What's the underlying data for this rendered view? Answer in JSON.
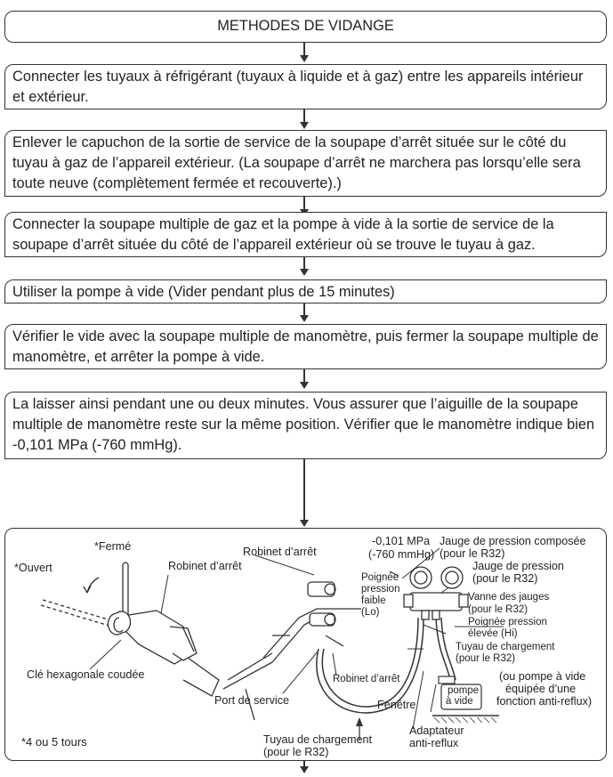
{
  "steps": [
    "METHODES DE VIDANGE",
    "Connecter les tuyaux à réfrigérant (tuyaux à liquide et à gaz) entre les appareils intérieur et extérieur.",
    "Enlever le capuchon de la sortie de service de la soupape d’arrêt située sur le côté du tuyau à gaz de l’appareil extérieur. (La soupape d’arrêt ne marchera pas lorsqu’elle sera toute neuve (complètement fermée et recouverte).)",
    "Connecter la soupape multiple de gaz et la pompe à vide à la sortie de service de la soupape d’arrêt située du côté de l’appareil extérieur où se trouve le tuyau à gaz.",
    "Utiliser la pompe à vide (Vider pendant plus de 15 minutes)",
    "Vérifier le vide avec la soupape multiple de manomètre, puis fermer la soupape multiple de manomètre, et arrêter la pompe à vide.",
    "La laisser ainsi pendant une ou deux minutes. Vous assurer que l’aiguille de la soupape multiple de manomètre reste sur la même position. Vérifier que le manomètre indique bien -0,101 MPa (-760 mmHg)."
  ],
  "diagram": {
    "ferme": "*Fermé",
    "ouvert": "*Ouvert",
    "robinet_left": "Robinet d’arrêt",
    "cle": "Clé hexagonale coudée",
    "tours": "*4 ou 5 tours",
    "robinet_top": "Robinet d’arrêt",
    "robinet_bottom": "Robinet d’arrêt",
    "port": "Port de service",
    "mpa_1": "-0,101 MPa",
    "mpa_2": "(-760 mmHg)",
    "jauge_comp_1": "Jauge de pression composée",
    "jauge_comp_2": "(pour le R32)",
    "jauge_1": "Jauge de pression",
    "jauge_2": "(pour le R32)",
    "vanne_1": "Vanne des jauges",
    "vanne_2": "(pour le R32)",
    "poignee_faible_1": "Poignée",
    "poignee_faible_2": "pression",
    "poignee_faible_3": "faible",
    "poignee_faible_4": "(Lo)",
    "poignee_elevee_1": "Poignée pression",
    "poignee_elevee_2": "élevée (Hi)",
    "tuyau_right_1": "Tuyau de chargement",
    "tuyau_right_2": "(pour le R32)",
    "pompe_1": "pompe",
    "pompe_2": "à vide",
    "ou_pompe_1": "(ou pompe à vide",
    "ou_pompe_2": "équipée d’une",
    "ou_pompe_3": "fonction anti-reflux)",
    "fenetre": "Fenêtre",
    "adaptateur_1": "Adaptateur",
    "adaptateur_2": "anti-reflux",
    "tuyau_bottom_1": "Tuyau de chargement",
    "tuyau_bottom_2": "(pour le R32)"
  }
}
